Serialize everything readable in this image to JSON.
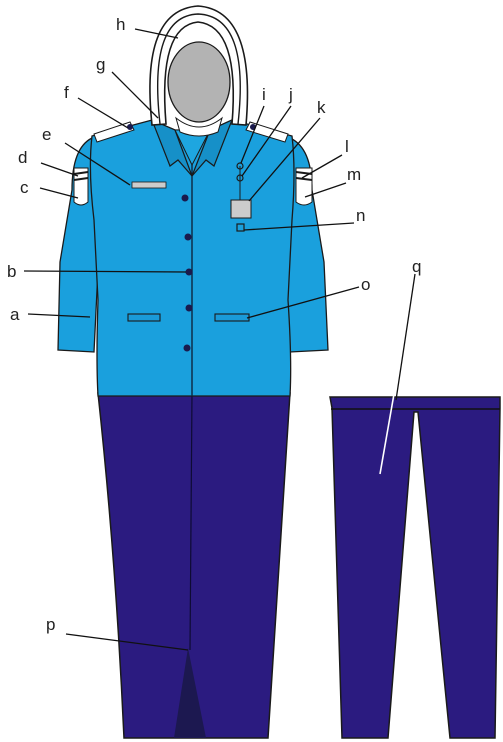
{
  "colors": {
    "jacket": "#1aa0dd",
    "trousers": "#2b1b80",
    "skirt_slit": "#1c1850",
    "hijab": "#ffffff",
    "face": "#b3b3b3",
    "outline": "#1a1a1a",
    "buttons": "#1a1a4d",
    "name_tag": "#cccccc",
    "epaulette": "#ffffff"
  },
  "labels": {
    "a": "a",
    "b": "b",
    "c": "c",
    "d": "d",
    "e": "e",
    "f": "f",
    "g": "g",
    "h": "h",
    "i": "i",
    "j": "j",
    "k": "k",
    "l": "l",
    "m": "m",
    "n": "n",
    "o": "o",
    "p": "p",
    "q": "q"
  }
}
